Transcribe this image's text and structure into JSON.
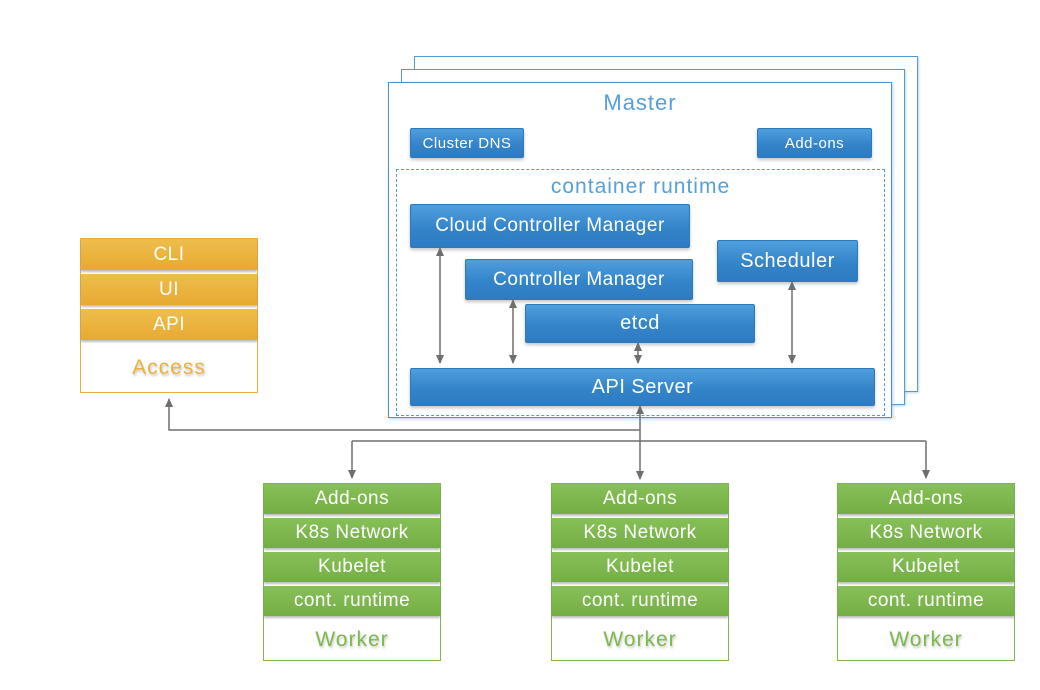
{
  "master": {
    "title": "Master",
    "cluster_dns": "Cluster DNS",
    "addons": "Add-ons",
    "container_runtime_title": "container runtime",
    "cloud_controller_manager": "Cloud Controller Manager",
    "controller_manager": "Controller Manager",
    "scheduler": "Scheduler",
    "etcd": "etcd",
    "api_server": "API Server"
  },
  "access": {
    "rows": [
      "CLI",
      "UI",
      "API"
    ],
    "label": "Access"
  },
  "workers": [
    {
      "rows": [
        "Add-ons",
        "K8s Network",
        "Kubelet",
        "cont. runtime"
      ],
      "label": "Worker"
    },
    {
      "rows": [
        "Add-ons",
        "K8s Network",
        "Kubelet",
        "cont. runtime"
      ],
      "label": "Worker"
    },
    {
      "rows": [
        "Add-ons",
        "K8s Network",
        "Kubelet",
        "cont. runtime"
      ],
      "label": "Worker"
    }
  ],
  "colors": {
    "blue_box": "#3484ca",
    "blue_title": "#55a0d8",
    "master_border": "#4c92ca",
    "orange": "#ecb33c",
    "green": "#7cb84e",
    "arrow_gray": "#6e6e6e"
  }
}
